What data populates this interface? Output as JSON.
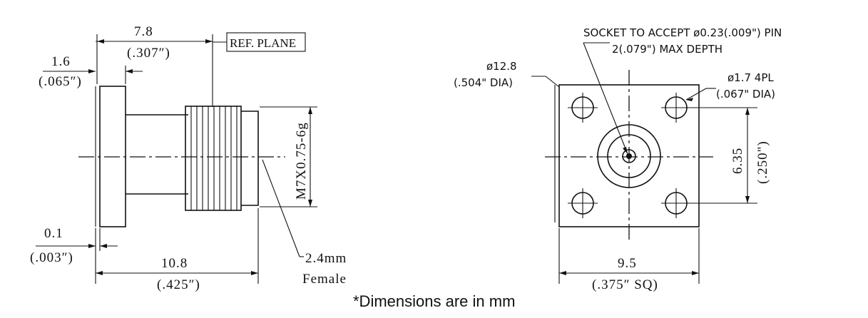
{
  "side_view": {
    "overall_length": "7.8",
    "overall_length_in": "(.307″)",
    "ref_plane": "REF. PLANE",
    "flange_thickness": "1.6",
    "flange_thickness_in": "(.065″)",
    "offset": "0.1",
    "offset_in": "(.003″)",
    "body_length": "10.8",
    "body_length_in": "(.425″)",
    "thread": "M7X0.75-6g",
    "connector_type_line1": "2.4mm",
    "connector_type_line2": "Female"
  },
  "front_view": {
    "socket_note_line1": "SOCKET TO ACCEPT ø0.23(.009\") PIN",
    "socket_note_line2": "2(.079\") MAX DEPTH",
    "flange_dia": "ø12.8",
    "flange_dia_in": "(.504\" DIA)",
    "hole_dia": "ø1.7 4PL",
    "hole_dia_in": "(.067\" DIA)",
    "hole_spacing": "6.35",
    "hole_spacing_in": "(.250\")",
    "width": "9.5",
    "width_in": "(.375″ SQ)"
  },
  "footnote": "*Dimensions are in mm"
}
